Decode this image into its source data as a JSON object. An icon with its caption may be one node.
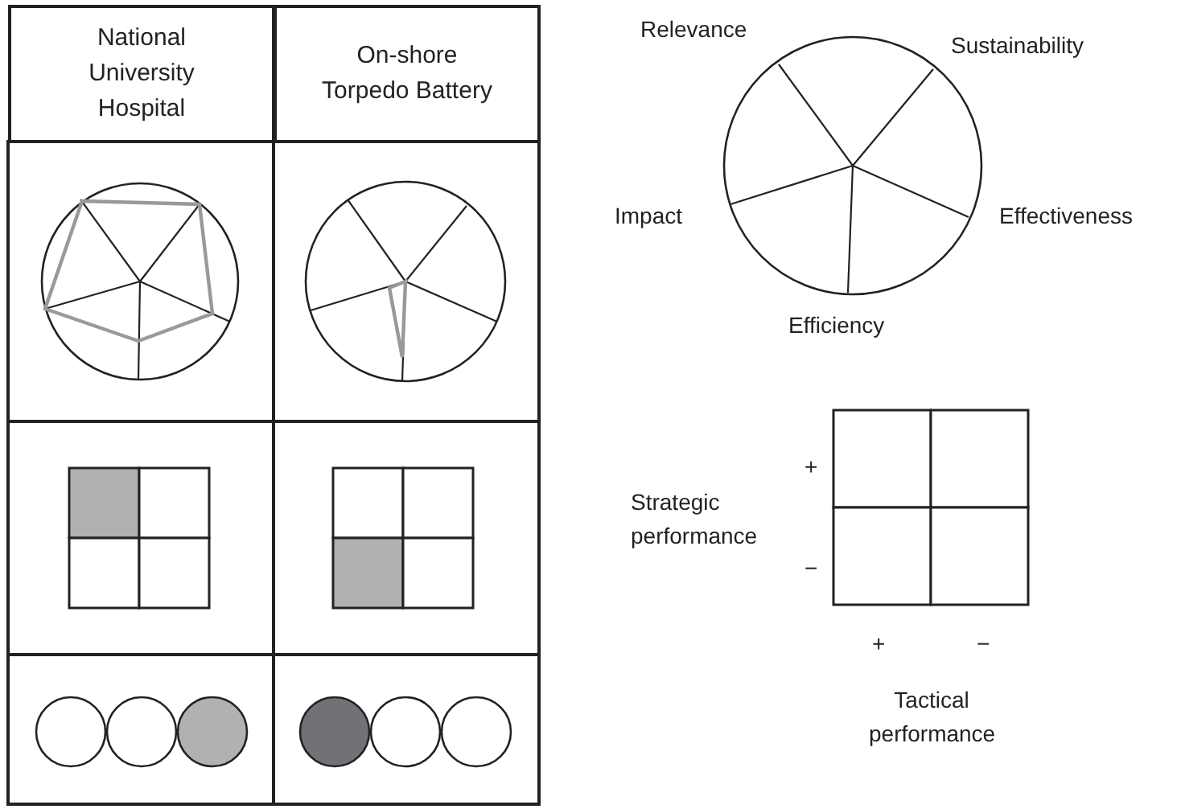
{
  "diagram": {
    "nodes": [
      {
        "text": [
          "National University Hospital"
        ]
      },
      {
        "text": [
          "On-shore Torpedo Battery"
        ]
      }
    ],
    "labels": [
      "Relevance",
      "Sustainability",
      "Impact",
      "Effectiveness",
      "Efficiency",
      "+",
      "Strategic performance",
      "−",
      "+",
      "−",
      "Tactical performance"
    ]
  }
}
